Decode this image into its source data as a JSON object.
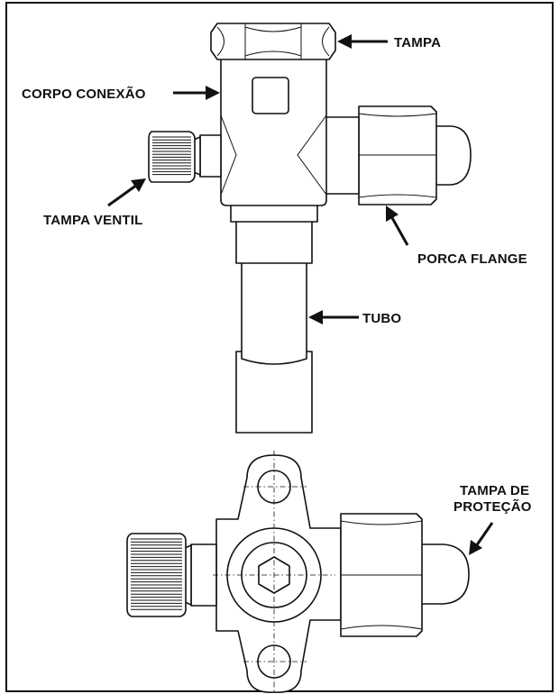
{
  "labels": {
    "tampa": "TAMPA",
    "corpo_conexao": "CORPO CONEXÃO",
    "tampa_ventil": "TAMPA VENTIL",
    "porca_flange": "PORCA FLANGE",
    "tubo": "TUBO",
    "tampa_de_protecao_line1": "TAMPA DE",
    "tampa_de_protecao_line2": "PROTEÇÃO"
  },
  "colors": {
    "ink": "#111111",
    "background": "#ffffff"
  }
}
